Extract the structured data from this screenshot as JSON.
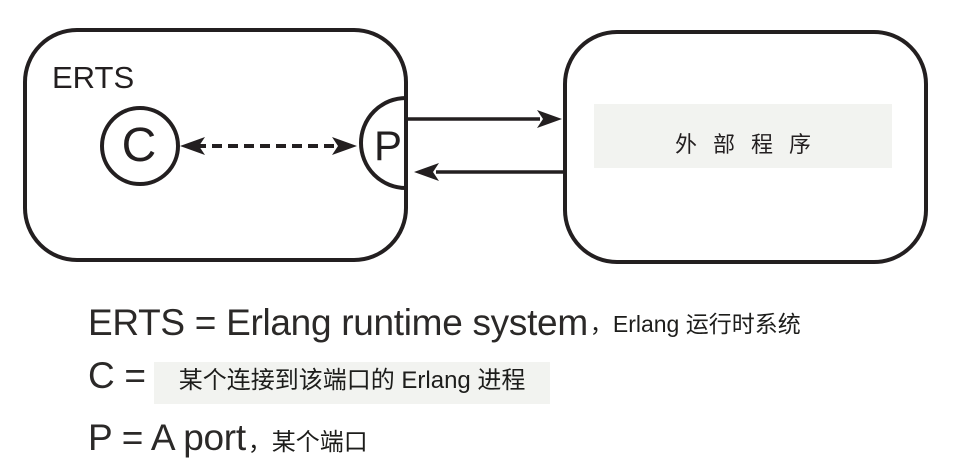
{
  "diagram": {
    "erts_box": {
      "label": "ERTS"
    },
    "process_node": {
      "label": "C"
    },
    "port_node": {
      "label": "P"
    },
    "external_box": {
      "label": "外部程序"
    },
    "colors": {
      "ink": "#231f20",
      "highlight_bg": "#f2f3f0",
      "background": "#ffffff"
    }
  },
  "legend": {
    "line1": {
      "main": "ERTS = Erlang runtime system",
      "annotation": "，Erlang 运行时系统"
    },
    "line2": {
      "main": "C =",
      "annotation": "某个连接到该端口的 Erlang 进程"
    },
    "line3": {
      "main": "P = A port",
      "annotation": "，某个端口"
    }
  }
}
